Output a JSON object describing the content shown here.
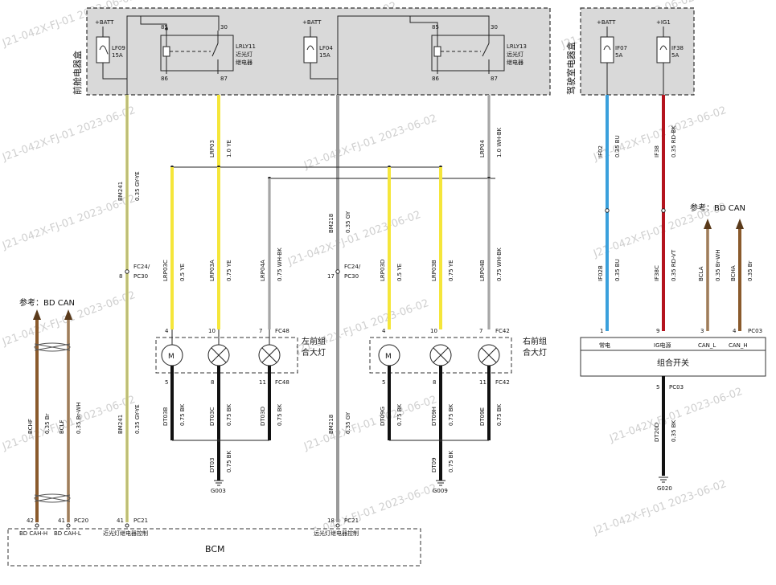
{
  "watermark": "J21-042X-FJ-01 2023-06-02",
  "boxes": {
    "front_fusebox": "前舱电器盒",
    "cabin_fusebox": "驾驶室电器盒",
    "bcm": "BCM",
    "combo_switch": "组合开关",
    "left_headlamp_1": "左前组",
    "left_headlamp_2": "合大灯",
    "right_headlamp_1": "右前组",
    "right_headlamp_2": "合大灯"
  },
  "supplies": {
    "batt": "+BATT",
    "ig1": "+IG1"
  },
  "fuses": [
    {
      "id": "LF09",
      "rating": "15A"
    },
    {
      "id": "LF04",
      "rating": "15A"
    },
    {
      "id": "IF07",
      "rating": "5A"
    },
    {
      "id": "IF38",
      "rating": "5A"
    }
  ],
  "relays": [
    {
      "id": "LRLY11",
      "name1": "近光灯",
      "name2": "继电器",
      "p85": "85",
      "p30": "30",
      "p86": "86",
      "p87": "87"
    },
    {
      "id": "LRLY13",
      "name1": "远光灯",
      "name2": "继电器",
      "p85": "85",
      "p30": "30",
      "p86": "86",
      "p87": "87"
    }
  ],
  "wires": {
    "bm241": {
      "id": "BM241",
      "spec": "0.35 GY-YE"
    },
    "lrp03": {
      "id": "LRP03",
      "spec": "1.0 YE"
    },
    "bm218": {
      "id": "BM218",
      "spec": "0.35 GY"
    },
    "lrp04": {
      "id": "LRP04",
      "spec": "1.0 WH-BK"
    },
    "if02": {
      "id": "IF02",
      "spec": "0.35 BU"
    },
    "if38": {
      "id": "IF38",
      "spec": "0.35 RD-BK"
    },
    "if02b": {
      "id": "IF02B",
      "spec": "0.35 BU"
    },
    "if38c": {
      "id": "IF38C",
      "spec": "0.35 RD-VT"
    },
    "bcla": {
      "id": "BCLA",
      "spec": "0.35 Br-WH"
    },
    "bcha": {
      "id": "BCHA",
      "spec": "0.35 Br"
    },
    "lrp03c": {
      "id": "LRP03C",
      "spec": "0.5 YE"
    },
    "lrp03a": {
      "id": "LRP03A",
      "spec": "0.75 YE"
    },
    "lrp04a": {
      "id": "LRP04A",
      "spec": "0.75 WH-BK"
    },
    "lrp03d": {
      "id": "LRP03D",
      "spec": "0.5 YE"
    },
    "lrp03b": {
      "id": "LRP03B",
      "spec": "0.75 YE"
    },
    "lrp04b": {
      "id": "LRP04B",
      "spec": "0.75 WH-BK"
    },
    "dt03b": {
      "id": "DT03B",
      "spec": "0.75 BK"
    },
    "dt03c": {
      "id": "DT03C",
      "spec": "0.75 BK"
    },
    "dt03d": {
      "id": "DT03D",
      "spec": "0.75 BK"
    },
    "dt03": {
      "id": "DT03",
      "spec": "0.75 BK"
    },
    "dt09g": {
      "id": "DT09G",
      "spec": "0.75 BK"
    },
    "dt09h": {
      "id": "DT09H",
      "spec": "0.75 BK"
    },
    "dt09e": {
      "id": "DT09E",
      "spec": "0.75 BK"
    },
    "dt09": {
      "id": "DT09",
      "spec": "0.75 BK"
    },
    "dt20d": {
      "id": "DT20D",
      "spec": "0.35 BK"
    },
    "bm241b": {
      "id": "BM241",
      "spec": "0.35 GY-YE"
    },
    "bm218b": {
      "id": "BM218",
      "spec": "0.35 GY"
    },
    "bchf": {
      "id": "BCHF",
      "spec": "0.35 Br"
    },
    "bclf": {
      "id": "BCLF",
      "spec": "0.35 Br-WH"
    }
  },
  "connectors": {
    "fc24_l": {
      "pin": "8",
      "name1": "FC24/",
      "name2": "PC30"
    },
    "fc24_r": {
      "pin": "17",
      "name1": "FC24/",
      "name2": "PC30"
    },
    "fc48_top": {
      "p1": "4",
      "p2": "10",
      "p3": "7",
      "name": "FC48"
    },
    "fc48_bot": {
      "p1": "5",
      "p2": "8",
      "p3": "11",
      "name": "FC48"
    },
    "fc42_top": {
      "p1": "4",
      "p2": "10",
      "p3": "7",
      "name": "FC42"
    },
    "fc42_bot": {
      "p1": "5",
      "p2": "8",
      "p3": "11",
      "name": "FC42"
    },
    "pc03_top": {
      "p1": "1",
      "p2": "9",
      "p3": "3",
      "p4": "4",
      "name": "PC03"
    },
    "pc03_bot": {
      "pin": "5",
      "name": "PC03"
    },
    "pc20": {
      "p1": "42",
      "p2": "41",
      "name": "PC20"
    },
    "pc21_l": {
      "pin": "41",
      "name": "PC21"
    },
    "pc21_r": {
      "pin": "18",
      "name": "PC21"
    }
  },
  "pin_labels": {
    "combo_standby": "常电",
    "combo_ig": "IG电源",
    "combo_canl": "CAN_L",
    "combo_canh": "CAN_H",
    "bcm_cah_h": "BD CAH-H",
    "bcm_cah_l": "BD CAH-L",
    "bcm_low_ctrl": "近光灯继电器控制",
    "bcm_high_ctrl": "远光灯继电器控制"
  },
  "references": {
    "ref_right": "参考：BD CAN",
    "ref_left": "参考：BD CAN"
  },
  "grounds": {
    "g003": "G003",
    "g009": "G009",
    "g020": "G020"
  },
  "colors": {
    "yellow": "#f5e63a",
    "gray": "#9a9a9a",
    "gray_yellow": "#d8d88a",
    "white_black": "#c8c8c8",
    "blue": "#3aa0dc",
    "red": "#b4141e",
    "brown": "#8a5a2c",
    "brown_white": "#b89a7a",
    "black": "#111111",
    "box_fill": "#d9d9d9"
  }
}
